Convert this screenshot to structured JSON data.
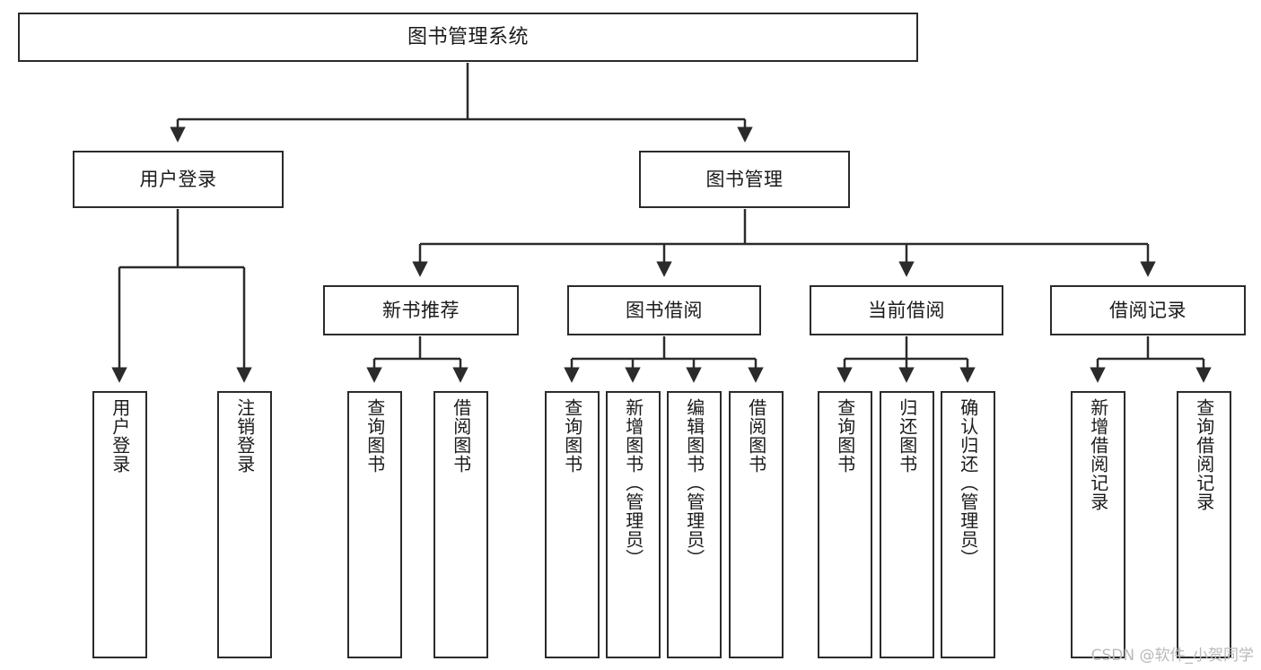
{
  "diagram": {
    "title": "图书管理系统",
    "type": "tree-hierarchy-chart",
    "root": {
      "id": "root",
      "label": "图书管理系统"
    },
    "level2": [
      {
        "id": "user-login",
        "label": "用户登录"
      },
      {
        "id": "book-manage",
        "label": "图书管理"
      }
    ],
    "level3": [
      {
        "id": "new-book-recommend",
        "label": "新书推荐",
        "parent": "book-manage"
      },
      {
        "id": "book-borrow",
        "label": "图书借阅",
        "parent": "book-manage"
      },
      {
        "id": "current-borrow",
        "label": "当前借阅",
        "parent": "book-manage"
      },
      {
        "id": "borrow-record",
        "label": "借阅记录",
        "parent": "book-manage"
      }
    ],
    "leaves": [
      {
        "id": "leaf-user-login",
        "label": "用户登录",
        "parent": "user-login"
      },
      {
        "id": "leaf-user-logout",
        "label": "注销登录",
        "parent": "user-login"
      },
      {
        "id": "leaf-query-book-1",
        "label": "查询图书",
        "parent": "new-book-recommend"
      },
      {
        "id": "leaf-borrow-book-1",
        "label": "借阅图书",
        "parent": "new-book-recommend"
      },
      {
        "id": "leaf-query-book-2",
        "label": "查询图书",
        "parent": "book-borrow"
      },
      {
        "id": "leaf-add-book",
        "label": "新增图书（管理员）",
        "parent": "book-borrow"
      },
      {
        "id": "leaf-edit-book",
        "label": "编辑图书（管理员）",
        "parent": "book-borrow"
      },
      {
        "id": "leaf-borrow-book-2",
        "label": "借阅图书",
        "parent": "book-borrow"
      },
      {
        "id": "leaf-query-book-3",
        "label": "查询图书",
        "parent": "current-borrow"
      },
      {
        "id": "leaf-return-book",
        "label": "归还图书",
        "parent": "current-borrow"
      },
      {
        "id": "leaf-confirm-return",
        "label": "确认归还（管理员）",
        "parent": "current-borrow"
      },
      {
        "id": "leaf-add-record",
        "label": "新增借阅记录",
        "parent": "borrow-record"
      },
      {
        "id": "leaf-query-record",
        "label": "查询借阅记录",
        "parent": "borrow-record"
      }
    ],
    "watermark": "CSDN @软件_小贺同学",
    "colors": {
      "stroke": "#2b2b2b",
      "fill": "#ffffff",
      "text": "#1a1a1a",
      "watermark": "#b9b9b9"
    }
  }
}
